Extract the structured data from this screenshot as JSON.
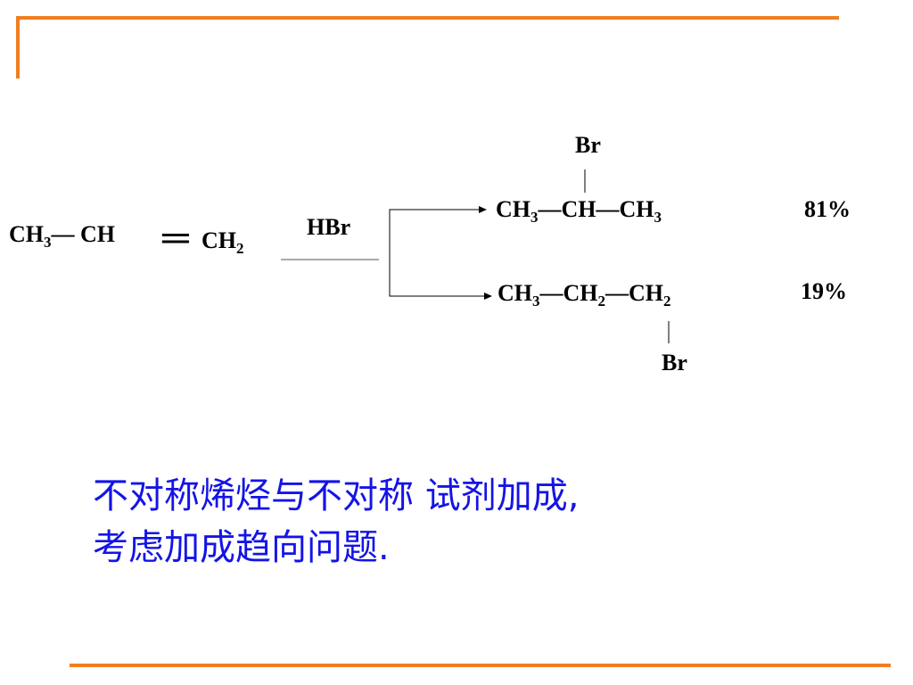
{
  "reactant": {
    "ch3": "CH",
    "ch3_sub": "3",
    "bond": "—",
    "ch": "CH",
    "double_bond": "═",
    "ch2": "CH",
    "ch2_sub": "2"
  },
  "reagent": "HBr",
  "product_major": {
    "substituent": "Br",
    "c1": "CH",
    "c1_sub": "3",
    "bond1": "—",
    "c2": "CH",
    "bond2": "—",
    "c3": "CH",
    "c3_sub": "3",
    "yield": "81%"
  },
  "product_minor": {
    "substituent": "Br",
    "c1": "CH",
    "c1_sub": "3",
    "bond1": "—",
    "c2": "CH",
    "c2_sub": "2",
    "bond2": "—",
    "c3": "CH",
    "c3_sub": "2",
    "yield": "19%"
  },
  "note": {
    "line1": "不对称烯烃与不对称  试剂加成,",
    "line2": "考虑加成趋向问题."
  },
  "colors": {
    "frame": "#f07f22",
    "note_text": "#1414e6",
    "chem_text": "#000000"
  }
}
